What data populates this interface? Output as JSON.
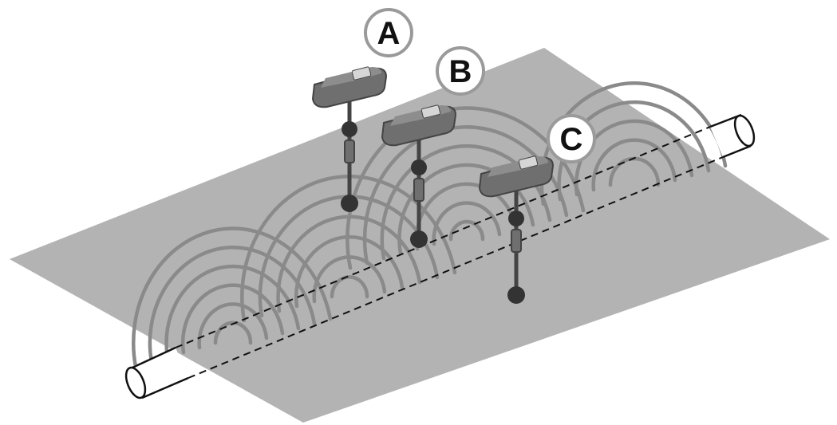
{
  "diagram": {
    "labels": {
      "a": "A",
      "b": "B",
      "c": "C"
    },
    "colors": {
      "ground": "#b3b3b3",
      "field_lines": "#8a8a8a",
      "pipe_outline": "#111111",
      "pipe_fill": "#ffffff",
      "pipe_dashed": "#111111",
      "callout_ring": "#9a9a9a",
      "callout_fill": "#ffffff",
      "label_text": "#111111",
      "locator_body": "#6f6f6f",
      "locator_body_dark": "#444444",
      "locator_screen": "#d6d6d6",
      "locator_ball": "#333333"
    },
    "icons": {
      "locator": "cable-locator-icon",
      "pipe": "buried-pipe-icon"
    }
  }
}
